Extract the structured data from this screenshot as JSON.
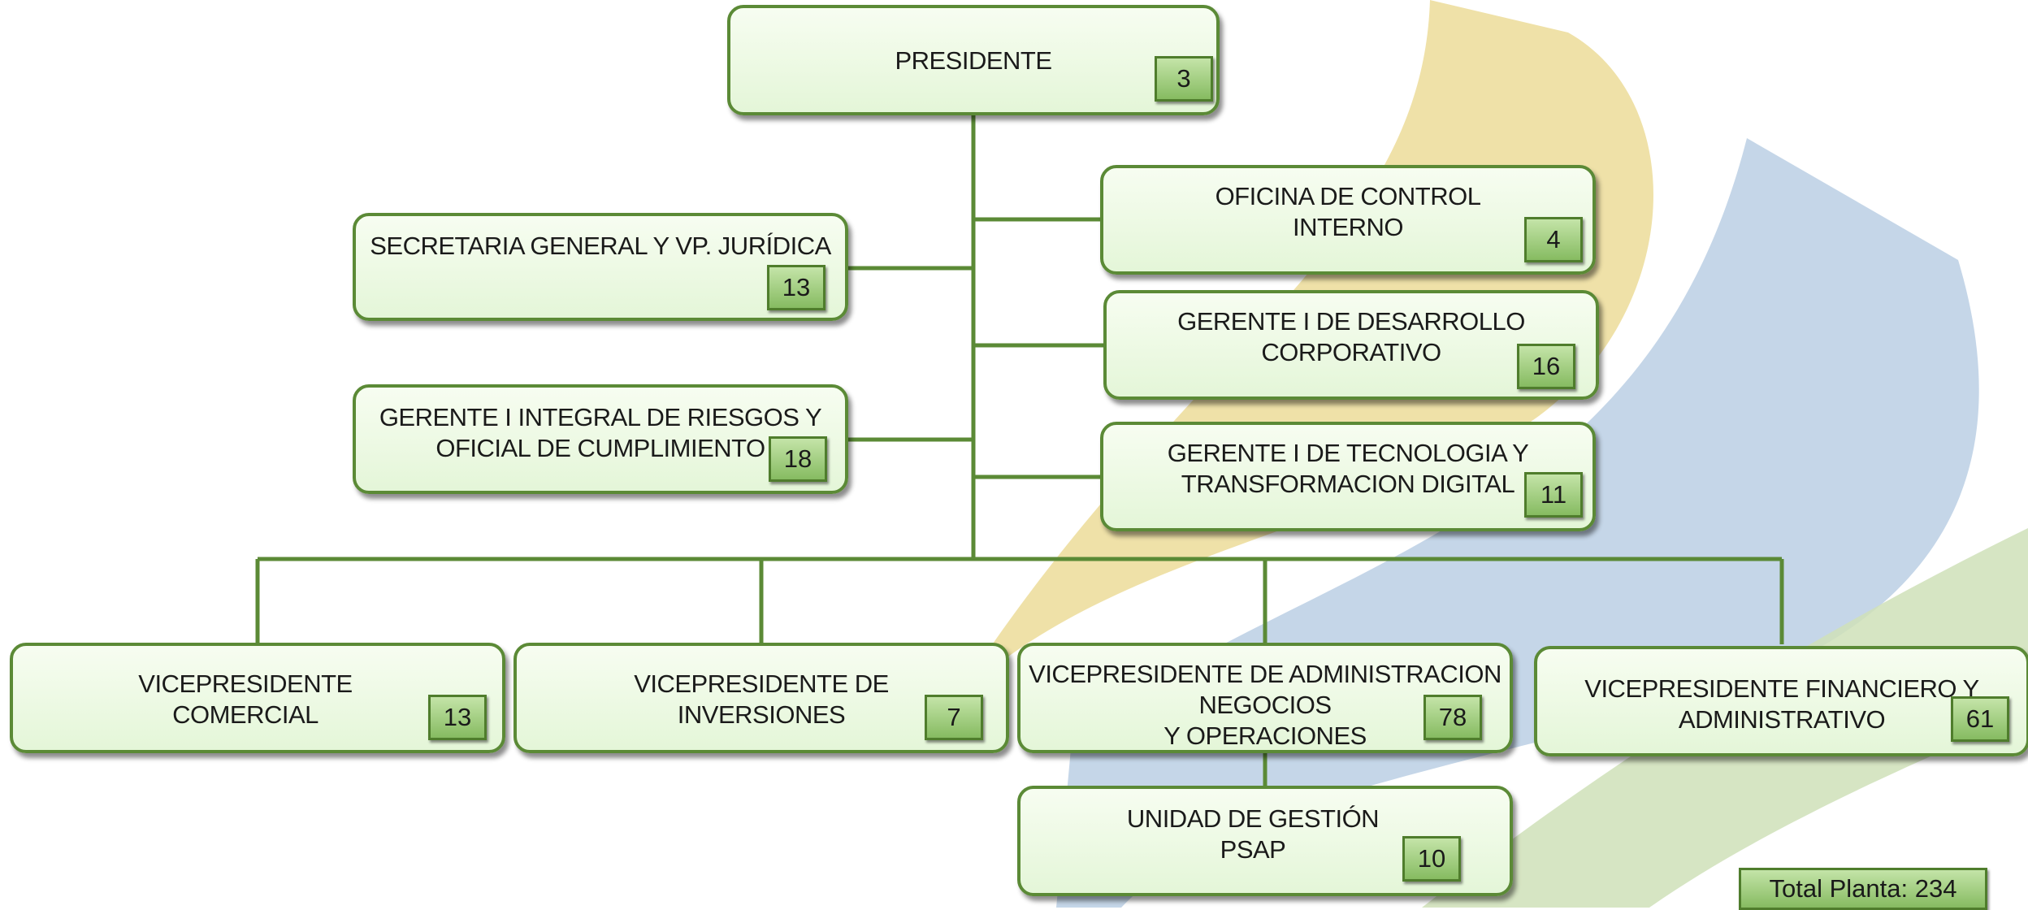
{
  "colors": {
    "box_fill": "#eef9e6",
    "box_border": "#5b8a36",
    "connector": "#5b8a36",
    "badge_fill": "#a8d28a",
    "swoosh_yellow": "#efe1a8",
    "swoosh_blue": "#bfd1e6",
    "swoosh_green": "#cfe0b8"
  },
  "nodes": {
    "presidente": {
      "label": "PRESIDENTE",
      "count": "3"
    },
    "secretaria": {
      "label": "SECRETARIA GENERAL  Y VP. JURÍDICA",
      "count": "13"
    },
    "riesgos": {
      "label": "GERENTE I INTEGRAL DE RIESGOS Y\n        OFICIAL DE CUMPLIMIENTO",
      "count": "18"
    },
    "control_interno": {
      "label": "OFICINA DE CONTROL\nINTERNO",
      "count": "4"
    },
    "desarrollo": {
      "label": "GERENTE I DE DESARROLLO\nCORPORATIVO",
      "count": "16"
    },
    "tecnologia": {
      "label": "GERENTE I DE TECNOLOGIA Y\nTRANSFORMACION DIGITAL",
      "count": "11"
    },
    "comercial": {
      "label": "VICEPRESIDENTE\nCOMERCIAL",
      "count": "13"
    },
    "inversiones": {
      "label": "VICEPRESIDENTE DE\nINVERSIONES",
      "count": "7"
    },
    "administracion": {
      "label": "VICEPRESIDENTE DE ADMINISTRACION\nNEGOCIOS\nY OPERACIONES",
      "count": "78"
    },
    "financiero": {
      "label": "VICEPRESIDENTE FINANCIERO Y\nADMINISTRATIVO",
      "count": "61"
    },
    "psap": {
      "label": "UNIDAD DE GESTIÓN\nPSAP",
      "count": "10"
    }
  },
  "total": "Total Planta: 234"
}
